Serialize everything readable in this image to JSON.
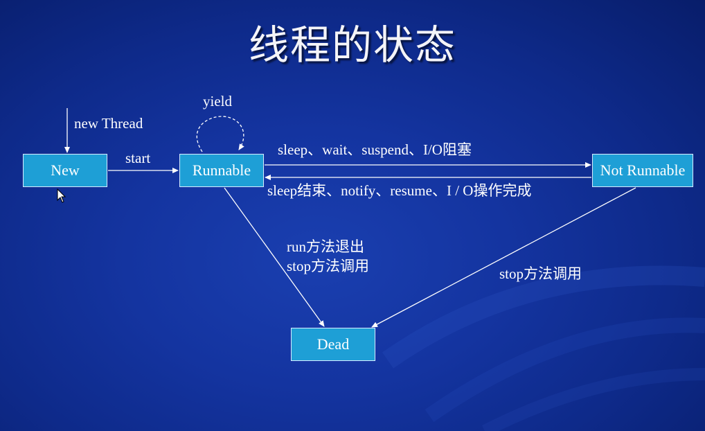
{
  "title": "线程的状态",
  "states": {
    "new": "New",
    "runnable": "Runnable",
    "not_runnable": "Not Runnable",
    "dead": "Dead"
  },
  "transitions": {
    "new_thread": "new Thread",
    "start": "start",
    "yield": "yield",
    "block": "sleep、wait、suspend、I/O阻塞",
    "unblock": "sleep结束、notify、resume、I / O操作完成",
    "run_exit_1": "run方法退出",
    "run_exit_2": "stop方法调用",
    "stop": "stop方法调用"
  },
  "colors": {
    "background": "#1434a0",
    "state_fill": "#1e9fd6",
    "arrow": "#ffffff"
  }
}
